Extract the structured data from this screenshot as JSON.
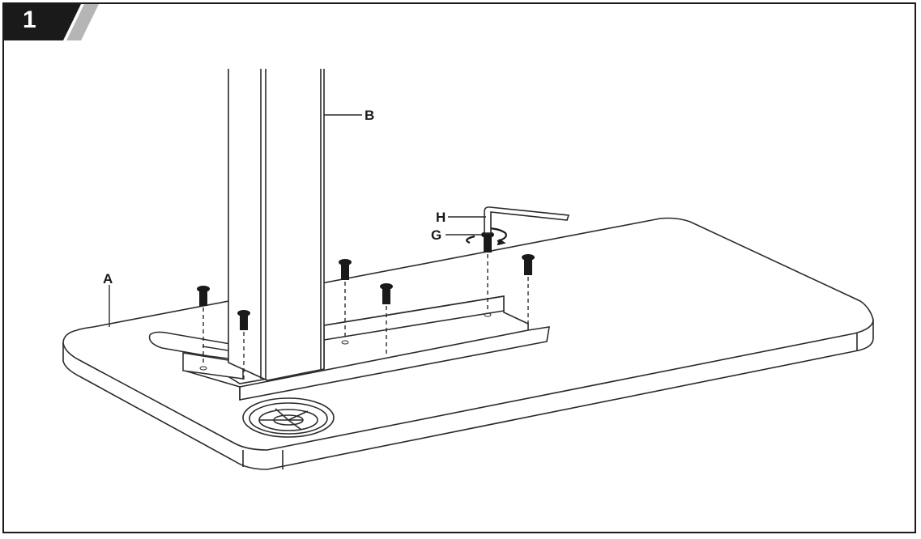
{
  "step": {
    "number": "1"
  },
  "labels": {
    "a": "A",
    "b": "B",
    "g": "G",
    "h": "H"
  },
  "colors": {
    "frame": "#1a1a1a",
    "badge_dark": "#1a1a1a",
    "badge_accent": "#b5b5b5",
    "line": "#2a2a2a"
  }
}
